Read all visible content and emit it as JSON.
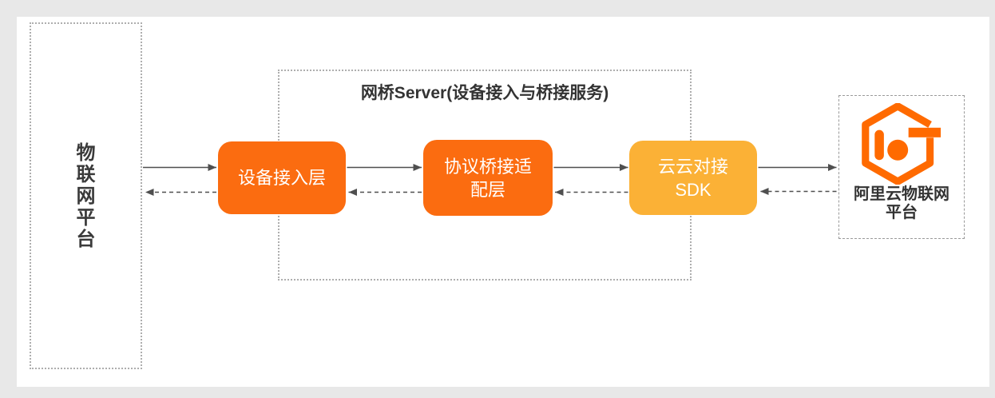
{
  "colors": {
    "page_bg": "#e8e8e8",
    "canvas_bg": "#ffffff",
    "box_orange": "#fb6c10",
    "box_amber": "#fbb136",
    "logo_orange": "#ff6a00",
    "box_label": "#ffffff",
    "heading_text": "#333333",
    "arrow_gray": "#4f4f4f",
    "dotted_border": "#aeaeae",
    "dashed_border": "#9a9a9a",
    "vlabel_text": "#3a3a3a"
  },
  "iot_platform": {
    "label": "物联网平台"
  },
  "bridge_server": {
    "title": "网桥Server(设备接入与桥接服务)",
    "device_access": {
      "label": "设备接入层"
    },
    "protocol_bridge": {
      "label": "协议桥接适\n配层"
    },
    "cloud_sdk": {
      "label": "云云对接\nSDK"
    }
  },
  "aliyun_platform": {
    "label": "阿里云物联网\n平台"
  },
  "icons": {
    "logo": "aliyun-iot-logo"
  }
}
